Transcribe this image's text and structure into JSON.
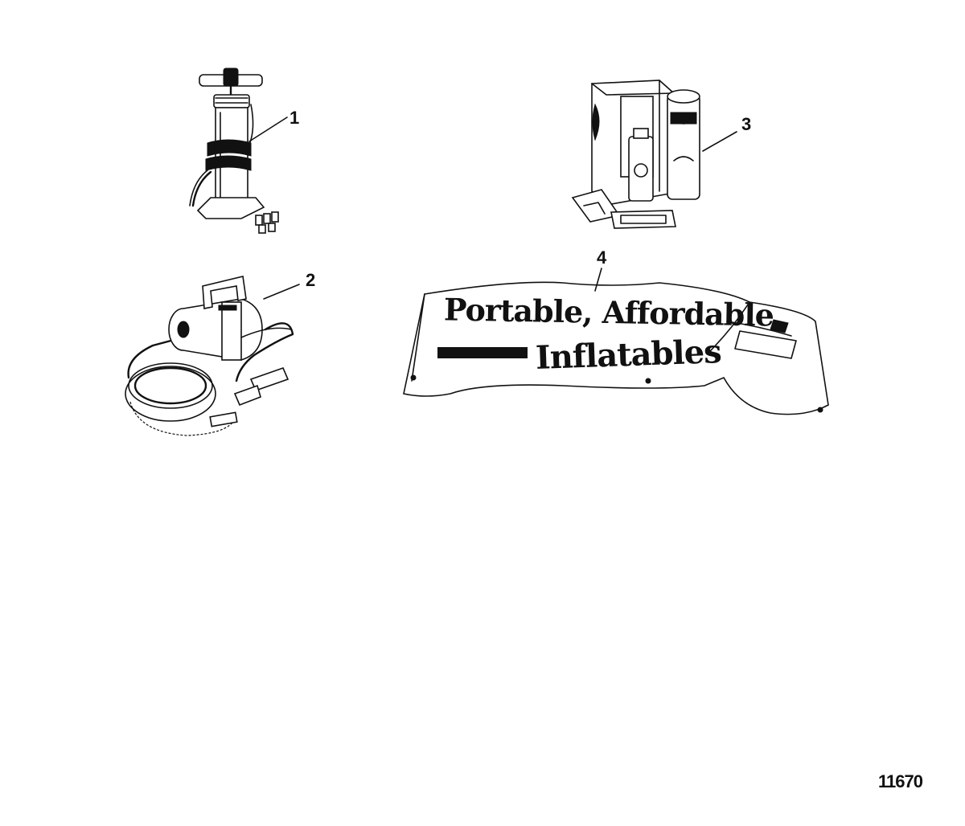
{
  "callouts": [
    "1",
    "2",
    "3",
    "4"
  ],
  "figure_number": "11670",
  "banner": {
    "line1": "Portable, Affordable",
    "line2": "Inflatables"
  },
  "line_color": "#111111",
  "background_color": "#ffffff"
}
